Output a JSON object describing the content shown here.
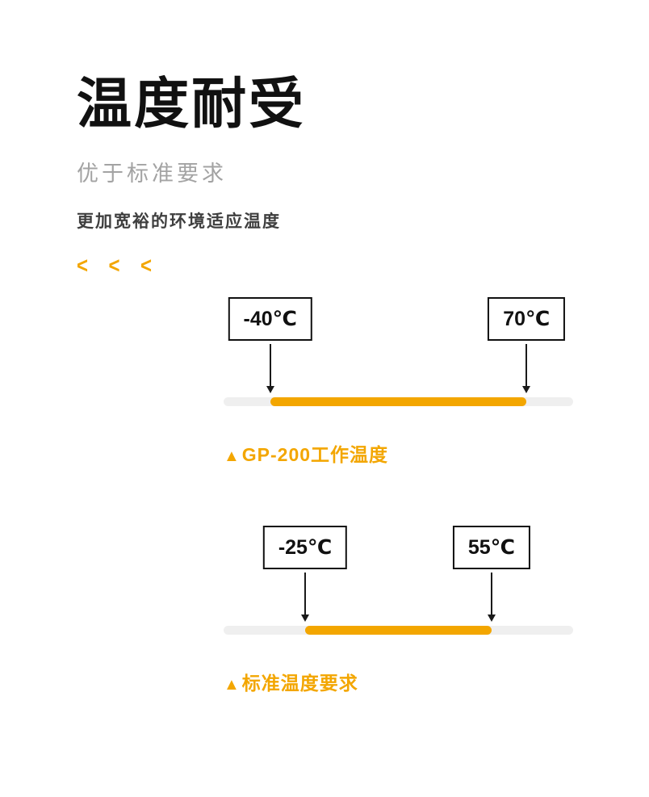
{
  "header": {
    "title": "温度耐受",
    "subtitle": "优于标准要求",
    "description": "更加宽裕的环境适应温度",
    "chevrons": [
      "<",
      "<",
      "<"
    ]
  },
  "colors": {
    "accent_orange": "#F3A600",
    "track_gray": "#EFEFEF",
    "title_black": "#111111",
    "subtitle_gray": "#A3A3A3",
    "description_gray": "#3F3F3F"
  },
  "chart_data": [
    {
      "type": "range_bar",
      "title": "GP-200工作温度",
      "marker": "▲",
      "min_c": -40,
      "max_c": 70,
      "min_label": "-40℃",
      "max_label": "70℃",
      "unit": "℃",
      "axis_range_c": [
        -60,
        90
      ],
      "track_color": "#EFEFEF",
      "segment_color": "#F3A600"
    },
    {
      "type": "range_bar",
      "title": "标准温度要求",
      "marker": "▲",
      "min_c": -25,
      "max_c": 55,
      "min_label": "-25℃",
      "max_label": "55℃",
      "unit": "℃",
      "axis_range_c": [
        -60,
        90
      ],
      "track_color": "#EFEFEF",
      "segment_color": "#F3A600"
    }
  ]
}
